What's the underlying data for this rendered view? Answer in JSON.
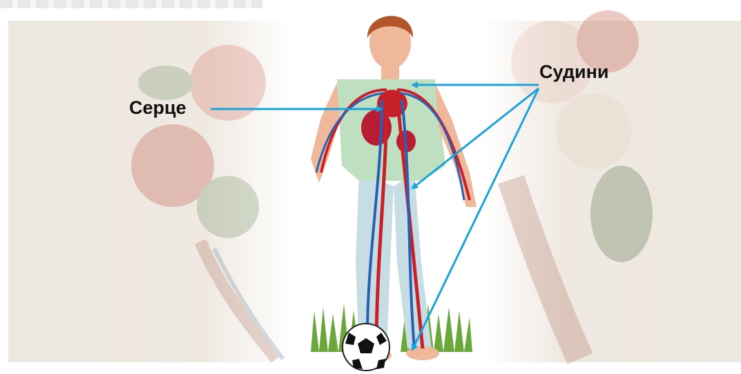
{
  "labels": {
    "heart": "Серце",
    "vessels": "Судини"
  },
  "colors": {
    "arrow": "#1aa3db",
    "artery": "#c8202a",
    "vein": "#2b5fb3",
    "skin": "#f0b89a",
    "hair": "#b2552a",
    "grass": "#6aa83b",
    "background_panels": "#ece7e0"
  },
  "icons": {
    "ball": "soccer-ball-icon",
    "flowers": "rose-illustration"
  }
}
